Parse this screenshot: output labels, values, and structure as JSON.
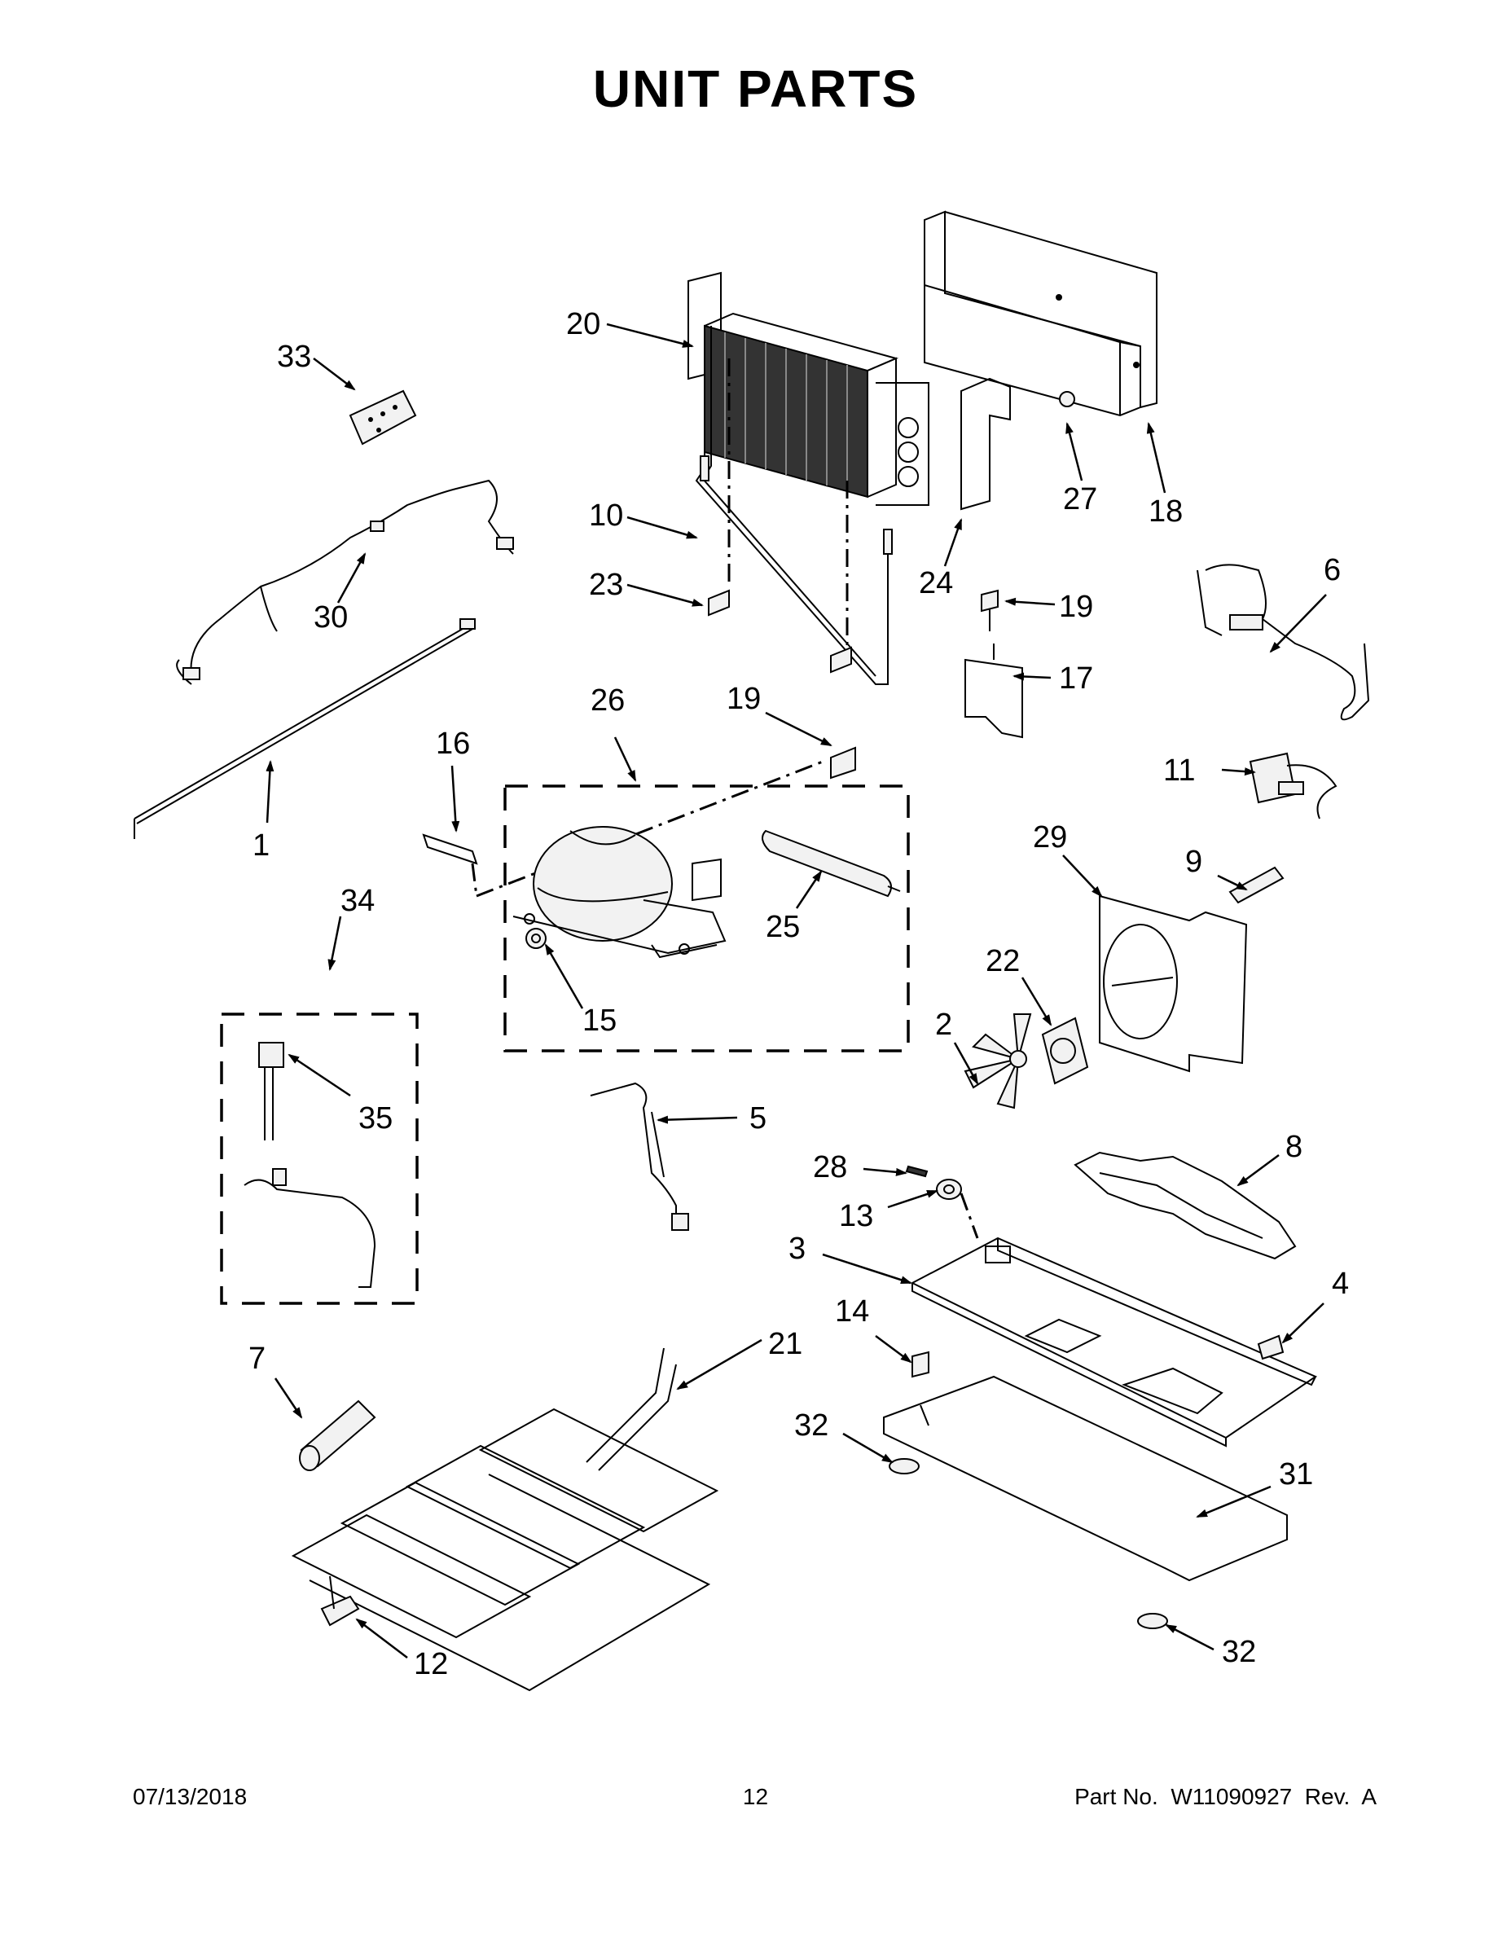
{
  "title": "UNIT PARTS",
  "footer": {
    "date": "07/13/2018",
    "page": "12",
    "part_no": "Part No.  W11090927  Rev.  A"
  },
  "callouts": {
    "c1": "1",
    "c2": "2",
    "c3": "3",
    "c4": "4",
    "c5": "5",
    "c6": "6",
    "c7": "7",
    "c8": "8",
    "c9": "9",
    "c10": "10",
    "c11": "11",
    "c12": "12",
    "c13": "13",
    "c14": "14",
    "c15": "15",
    "c16": "16",
    "c17": "17",
    "c18": "18",
    "c19a": "19",
    "c19b": "19",
    "c20": "20",
    "c21": "21",
    "c22": "22",
    "c23": "23",
    "c24": "24",
    "c25": "25",
    "c26": "26",
    "c27": "27",
    "c28": "28",
    "c29": "29",
    "c30": "30",
    "c31": "31",
    "c32a": "32",
    "c32b": "32",
    "c33": "33",
    "c34": "34",
    "c35": "35"
  }
}
